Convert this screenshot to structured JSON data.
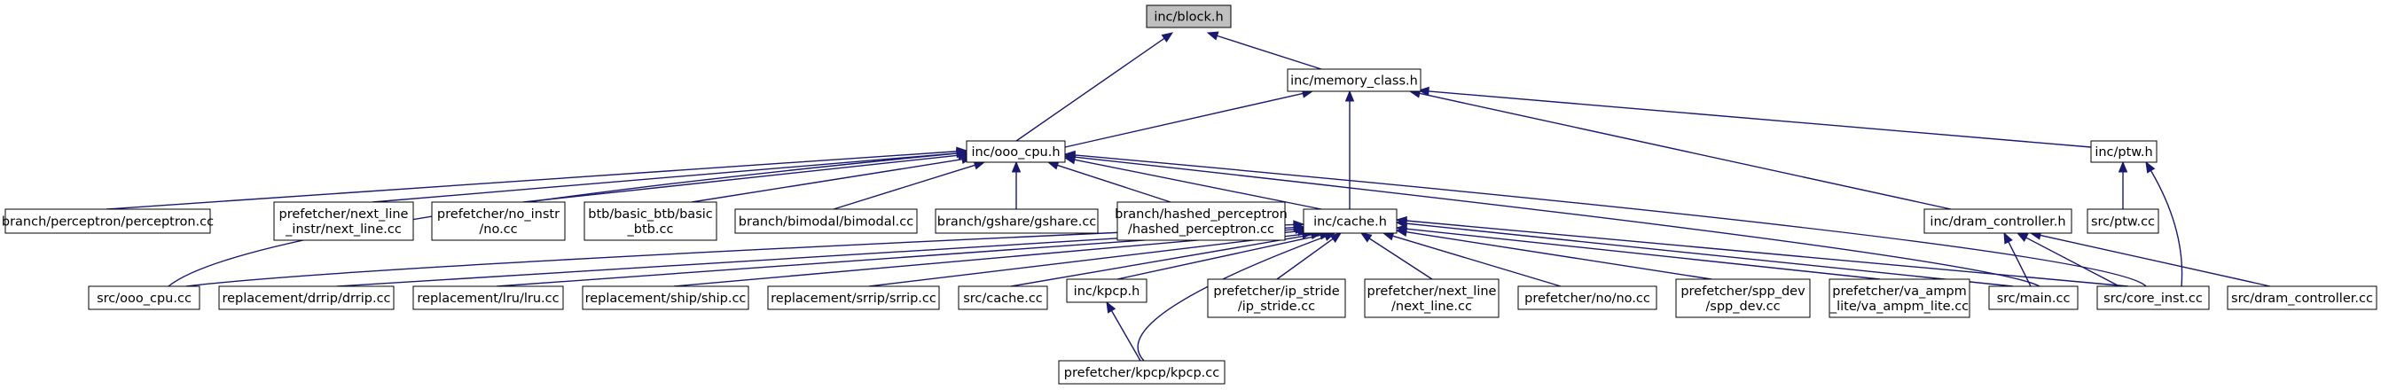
{
  "graph": {
    "title": "inc/block.h",
    "nodes": [
      {
        "id": "block",
        "lines": [
          "inc/block.h"
        ],
        "root": true
      },
      {
        "id": "memory_class",
        "lines": [
          "inc/memory_class.h"
        ]
      },
      {
        "id": "ooo_cpu_h",
        "lines": [
          "inc/ooo_cpu.h"
        ]
      },
      {
        "id": "ptw_h",
        "lines": [
          "inc/ptw.h"
        ]
      },
      {
        "id": "perceptron",
        "lines": [
          "branch/perceptron/perceptron.cc"
        ]
      },
      {
        "id": "next_line_instr",
        "lines": [
          "prefetcher/next_line",
          "_instr/next_line.cc"
        ]
      },
      {
        "id": "no_instr",
        "lines": [
          "prefetcher/no_instr",
          "/no.cc"
        ]
      },
      {
        "id": "basic_btb",
        "lines": [
          "btb/basic_btb/basic",
          "_btb.cc"
        ]
      },
      {
        "id": "bimodal",
        "lines": [
          "branch/bimodal/bimodal.cc"
        ]
      },
      {
        "id": "gshare",
        "lines": [
          "branch/gshare/gshare.cc"
        ]
      },
      {
        "id": "hashed_perceptron",
        "lines": [
          "branch/hashed_perceptron",
          "/hashed_perceptron.cc"
        ]
      },
      {
        "id": "cache_h",
        "lines": [
          "inc/cache.h"
        ]
      },
      {
        "id": "dram_controller_h",
        "lines": [
          "inc/dram_controller.h"
        ]
      },
      {
        "id": "ptw_cc",
        "lines": [
          "src/ptw.cc"
        ]
      },
      {
        "id": "ooo_cpu_cc",
        "lines": [
          "src/ooo_cpu.cc"
        ]
      },
      {
        "id": "drrip",
        "lines": [
          "replacement/drrip/drrip.cc"
        ]
      },
      {
        "id": "lru",
        "lines": [
          "replacement/lru/lru.cc"
        ]
      },
      {
        "id": "ship",
        "lines": [
          "replacement/ship/ship.cc"
        ]
      },
      {
        "id": "srrip",
        "lines": [
          "replacement/srrip/srrip.cc"
        ]
      },
      {
        "id": "cache_cc",
        "lines": [
          "src/cache.cc"
        ]
      },
      {
        "id": "kpcp_h",
        "lines": [
          "inc/kpcp.h"
        ]
      },
      {
        "id": "ip_stride",
        "lines": [
          "prefetcher/ip_stride",
          "/ip_stride.cc"
        ]
      },
      {
        "id": "next_line",
        "lines": [
          "prefetcher/next_line",
          "/next_line.cc"
        ]
      },
      {
        "id": "no_no",
        "lines": [
          "prefetcher/no/no.cc"
        ]
      },
      {
        "id": "spp_dev",
        "lines": [
          "prefetcher/spp_dev",
          "/spp_dev.cc"
        ]
      },
      {
        "id": "va_ampm",
        "lines": [
          "prefetcher/va_ampm",
          "_lite/va_ampm_lite.cc"
        ]
      },
      {
        "id": "main_cc",
        "lines": [
          "src/main.cc"
        ]
      },
      {
        "id": "core_inst",
        "lines": [
          "src/core_inst.cc"
        ]
      },
      {
        "id": "dram_controller_cc",
        "lines": [
          "src/dram_controller.cc"
        ]
      },
      {
        "id": "kpcp_cc",
        "lines": [
          "prefetcher/kpcp/kpcp.cc"
        ]
      }
    ],
    "edges": [
      {
        "from": "memory_class",
        "to": "block"
      },
      {
        "from": "ooo_cpu_h",
        "to": "block"
      },
      {
        "from": "ooo_cpu_h",
        "to": "memory_class"
      },
      {
        "from": "cache_h",
        "to": "memory_class"
      },
      {
        "from": "ptw_h",
        "to": "memory_class"
      },
      {
        "from": "dram_controller_h",
        "to": "memory_class"
      },
      {
        "from": "perceptron",
        "to": "ooo_cpu_h"
      },
      {
        "from": "next_line_instr",
        "to": "ooo_cpu_h"
      },
      {
        "from": "no_instr",
        "to": "ooo_cpu_h"
      },
      {
        "from": "basic_btb",
        "to": "ooo_cpu_h"
      },
      {
        "from": "bimodal",
        "to": "ooo_cpu_h"
      },
      {
        "from": "gshare",
        "to": "ooo_cpu_h"
      },
      {
        "from": "hashed_perceptron",
        "to": "ooo_cpu_h"
      },
      {
        "from": "cache_h",
        "to": "ooo_cpu_h"
      },
      {
        "from": "ooo_cpu_cc",
        "to": "ooo_cpu_h"
      },
      {
        "from": "main_cc",
        "to": "ooo_cpu_h"
      },
      {
        "from": "core_inst",
        "to": "ooo_cpu_h"
      },
      {
        "from": "ptw_cc",
        "to": "ptw_h"
      },
      {
        "from": "core_inst",
        "to": "ptw_h"
      },
      {
        "from": "main_cc",
        "to": "dram_controller_h"
      },
      {
        "from": "core_inst",
        "to": "dram_controller_h"
      },
      {
        "from": "dram_controller_cc",
        "to": "dram_controller_h"
      },
      {
        "from": "ooo_cpu_cc",
        "to": "cache_h"
      },
      {
        "from": "drrip",
        "to": "cache_h"
      },
      {
        "from": "lru",
        "to": "cache_h"
      },
      {
        "from": "ship",
        "to": "cache_h"
      },
      {
        "from": "srrip",
        "to": "cache_h"
      },
      {
        "from": "cache_cc",
        "to": "cache_h"
      },
      {
        "from": "kpcp_h",
        "to": "cache_h"
      },
      {
        "from": "ip_stride",
        "to": "cache_h"
      },
      {
        "from": "next_line",
        "to": "cache_h"
      },
      {
        "from": "no_no",
        "to": "cache_h"
      },
      {
        "from": "spp_dev",
        "to": "cache_h"
      },
      {
        "from": "va_ampm",
        "to": "cache_h"
      },
      {
        "from": "main_cc",
        "to": "cache_h"
      },
      {
        "from": "core_inst",
        "to": "cache_h"
      },
      {
        "from": "kpcp_cc",
        "to": "cache_h"
      },
      {
        "from": "kpcp_cc",
        "to": "kpcp_h"
      }
    ]
  }
}
